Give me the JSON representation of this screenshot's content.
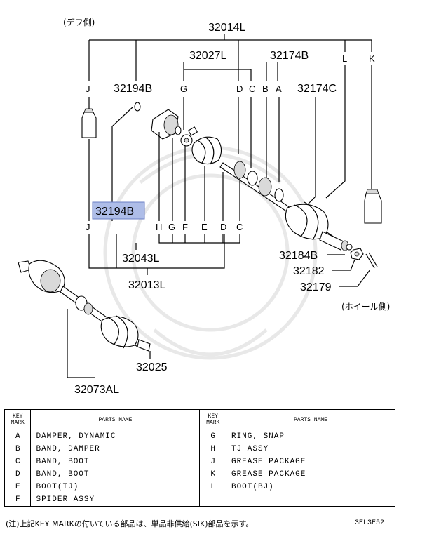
{
  "diagram": {
    "labels": {
      "diff_side": "(デフ側)",
      "wheel_side": "(ホイール側)",
      "p32014L": "32014L",
      "p32027L": "32027L",
      "p32174B": "32174B",
      "p32194B_top": "32194B",
      "p32174C": "32174C",
      "p32194B_hl": "32194B",
      "p32043L": "32043L",
      "p32013L": "32013L",
      "p32184B": "32184B",
      "p32182": "32182",
      "p32179": "32179",
      "p32025": "32025",
      "p32073AL": "32073AL",
      "top_letters": [
        "J",
        "G",
        "D",
        "C",
        "B",
        "A",
        "L",
        "K"
      ],
      "bottom_letters": [
        "J",
        "H",
        "G",
        "F",
        "E",
        "D",
        "C"
      ]
    },
    "highlight_color": "#aebde8"
  },
  "legend": {
    "header": {
      "key_mark": "KEY MARK",
      "parts_name": "PARTS NAME"
    },
    "rows": [
      {
        "k1": "A",
        "n1": "DAMPER, DYNAMIC",
        "k2": "G",
        "n2": "RING, SNAP"
      },
      {
        "k1": "B",
        "n1": "BAND, DAMPER",
        "k2": "H",
        "n2": "TJ ASSY"
      },
      {
        "k1": "C",
        "n1": "BAND, BOOT",
        "k2": "J",
        "n2": "GREASE PACKAGE"
      },
      {
        "k1": "D",
        "n1": "BAND, BOOT",
        "k2": "K",
        "n2": "GREASE PACKAGE"
      },
      {
        "k1": "E",
        "n1": "BOOT(TJ)",
        "k2": "L",
        "n2": "BOOT(BJ)"
      },
      {
        "k1": "F",
        "n1": "SPIDER ASSY",
        "k2": "",
        "n2": ""
      }
    ]
  },
  "footnote": "(注)上記KEY MARKの付いている部品は、単品非供給(SIK)部品を示す。",
  "doc_id": "3EL3E52"
}
